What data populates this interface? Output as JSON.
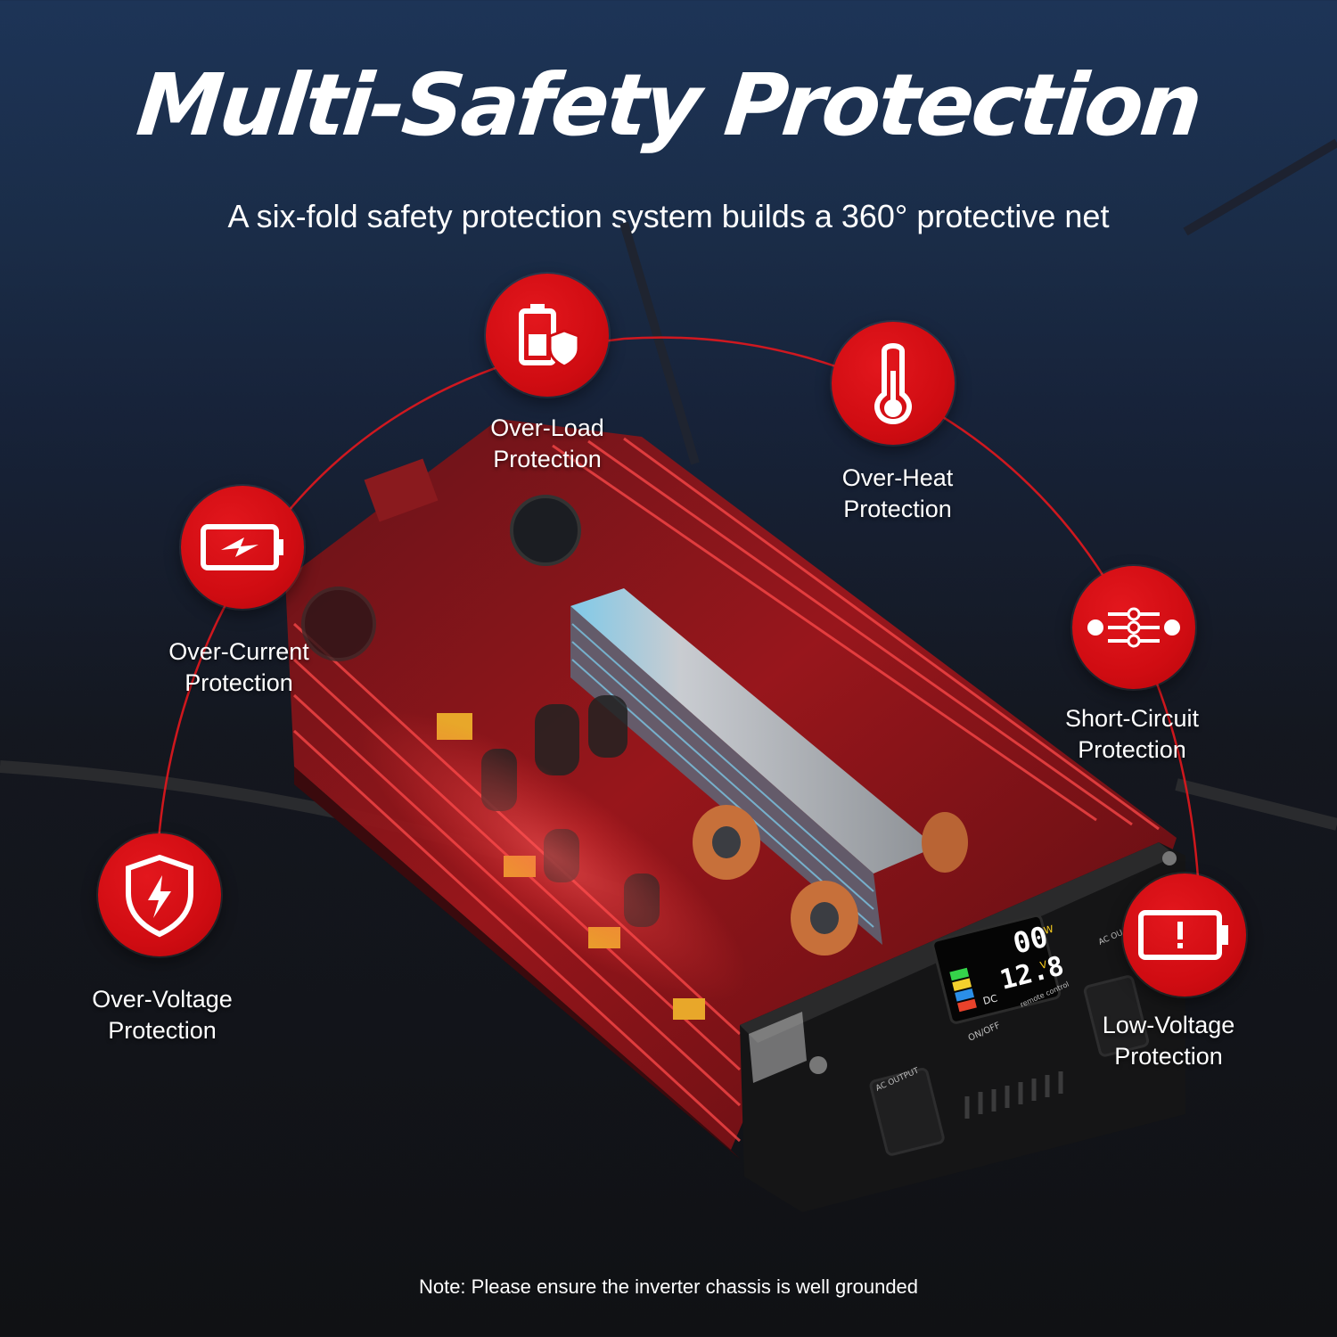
{
  "title": "Multi-Safety Protection",
  "subtitle": "A six-fold safety protection system builds a 360° protective net",
  "features": [
    {
      "line1": "Over-Load",
      "line2": "Protection",
      "icon": "battery-shield-icon"
    },
    {
      "line1": "Over-Heat",
      "line2": "Protection",
      "icon": "thermometer-icon"
    },
    {
      "line1": "Over-Current",
      "line2": "Protection",
      "icon": "battery-bolt-icon"
    },
    {
      "line1": "Short-Circuit",
      "line2": "Protection",
      "icon": "circuit-switch-icon"
    },
    {
      "line1": "Over-Voltage",
      "line2": "Protection",
      "icon": "shield-bolt-icon"
    },
    {
      "line1": "Low-Voltage",
      "line2": "Protection",
      "icon": "battery-alert-icon"
    }
  ],
  "display": {
    "watts": "00",
    "watts_unit": "W",
    "volts": "12.8",
    "volts_unit": "V",
    "dc_label": "DC"
  },
  "panel": {
    "onoff": "ON/OFF",
    "remote": "remote control",
    "ac_output": "AC OUTPUT",
    "ac_output_right": "AC OU"
  },
  "note": "Note: Please ensure the inverter chassis is well grounded",
  "colors": {
    "accent": "#d00c12",
    "background_top": "#1d3457",
    "background_bottom": "#101114"
  }
}
